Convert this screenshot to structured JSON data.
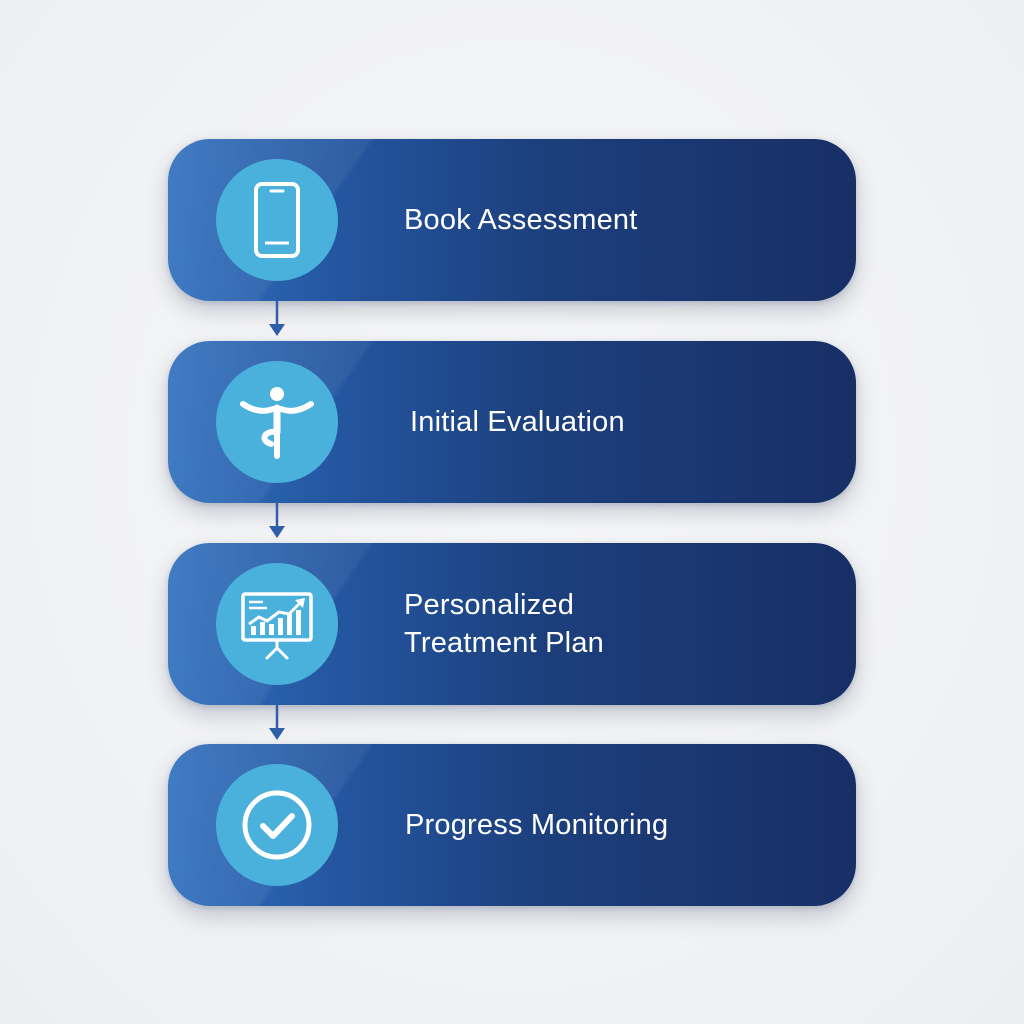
{
  "steps": [
    {
      "icon": "smartphone-icon",
      "lines": [
        "Book Assessment"
      ]
    },
    {
      "icon": "stretching-person-icon",
      "lines": [
        "Initial Evaluation"
      ]
    },
    {
      "icon": "presentation-chart-icon",
      "lines": [
        "Personalized",
        "Treatment Plan"
      ]
    },
    {
      "icon": "checkmark-circle-icon",
      "lines": [
        "Progress Monitoring"
      ]
    }
  ],
  "colors": {
    "background": "#f1f2f4",
    "card_start": "#2f6fbd",
    "card_end": "#182f66",
    "icon_circle": "#4ab0dc",
    "connector": "#2f5fa8",
    "text": "#ffffff"
  }
}
